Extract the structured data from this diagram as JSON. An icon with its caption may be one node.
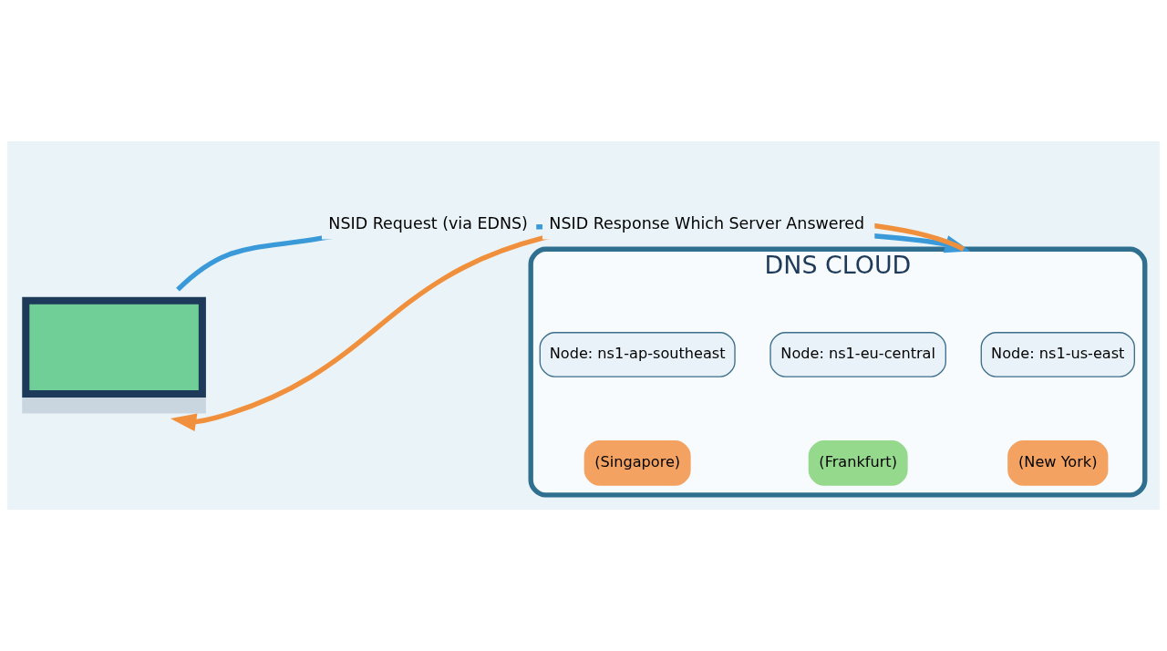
{
  "diagram": {
    "nodes": [
      {
        "text": [],
        "shape": "picture"
      },
      {
        "text": [
          "DNS CLOUD"
        ]
      },
      {
        "text": [
          "Node: ns1-us-east"
        ],
        "in": 1
      },
      {
        "text": [
          "Node: ns1-eu-central"
        ],
        "in": 1
      },
      {
        "text": [
          "Node: ns1-ap-southeast"
        ],
        "in": 1
      },
      {
        "text": [
          "(New York)"
        ],
        "in": 1
      },
      {
        "text": [
          "(Frankfurt)"
        ],
        "in": 1
      },
      {
        "text": [
          "(Singapore)"
        ],
        "in": 1
      }
    ],
    "edges": [
      {
        "from": 0,
        "to": 1,
        "arrow": "to",
        "label": "NSID Request (via EDNS)",
        "color": "#3a9ad9"
      },
      {
        "from": 1,
        "to": 0,
        "arrow": "to",
        "label": "NSID Response Which Server Answered",
        "color": "#f0903c"
      }
    ]
  }
}
